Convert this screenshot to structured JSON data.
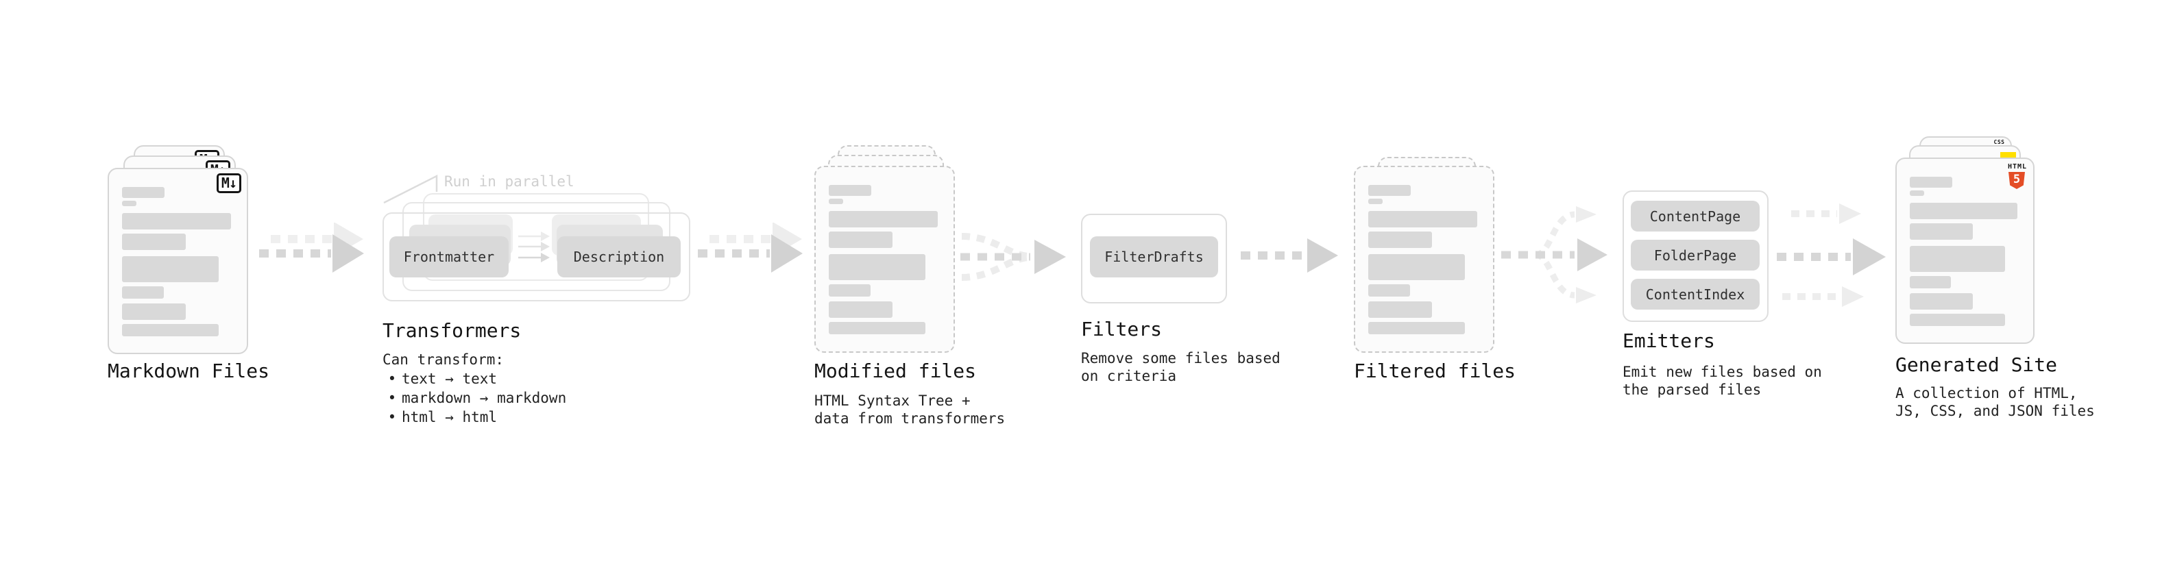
{
  "diagram": {
    "markdown": {
      "title": "Markdown Files",
      "badge": "M↓"
    },
    "transformers": {
      "parallel_note": "Run in parallel",
      "chip_left": "Frontmatter",
      "chip_right": "Description",
      "title": "Transformers",
      "desc_heading": "Can transform:",
      "bullet_char": "•",
      "bullets": [
        "text → text",
        "markdown → markdown",
        "html → html"
      ]
    },
    "modified": {
      "title": "Modified files",
      "subtitle": [
        "HTML Syntax Tree +",
        "data from transformers"
      ]
    },
    "filters": {
      "chip": "FilterDrafts",
      "title": "Filters",
      "subtitle": [
        "Remove some files based",
        "on criteria"
      ]
    },
    "filtered": {
      "title": "Filtered files"
    },
    "emitters": {
      "chips": [
        "ContentPage",
        "FolderPage",
        "ContentIndex"
      ],
      "title": "Emitters",
      "subtitle": [
        "Emit new files based on",
        "the parsed files"
      ]
    },
    "generated": {
      "title": "Generated Site",
      "subtitle": [
        "A collection of HTML,",
        "JS, CSS, and JSON files"
      ],
      "css_badge": "CSS",
      "html_badge": {
        "label": "HTML",
        "number": "5"
      }
    }
  },
  "colors": {
    "html5_orange": "#e44d26",
    "js_yellow": "#ffdf00",
    "css_blue": "#2b6be8",
    "chip_gray": "#d9d9d9",
    "arrow_gray": "#d5d5d5"
  }
}
